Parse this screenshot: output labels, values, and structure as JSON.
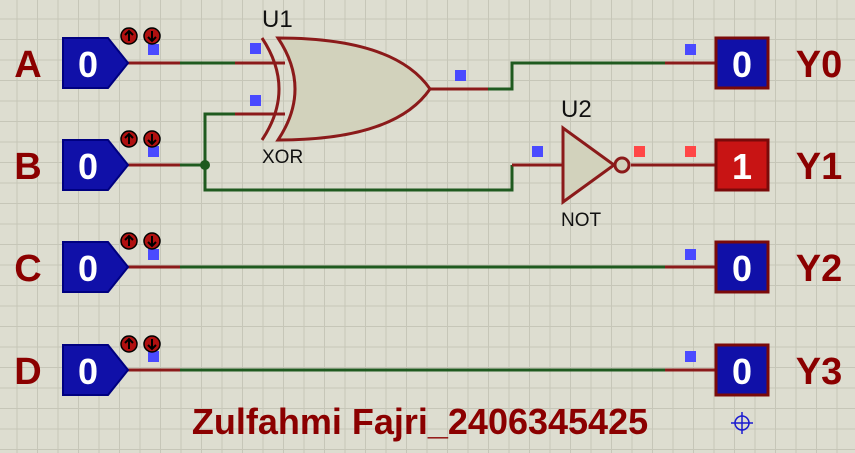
{
  "inputs": [
    {
      "name": "A",
      "value": "0"
    },
    {
      "name": "B",
      "value": "0"
    },
    {
      "name": "C",
      "value": "0"
    },
    {
      "name": "D",
      "value": "0"
    }
  ],
  "outputs": [
    {
      "name": "Y0",
      "value": "0"
    },
    {
      "name": "Y1",
      "value": "1"
    },
    {
      "name": "Y2",
      "value": "0"
    },
    {
      "name": "Y3",
      "value": "0"
    }
  ],
  "gates": {
    "u1": {
      "ref": "U1",
      "type": "XOR"
    },
    "u2": {
      "ref": "U2",
      "type": "NOT"
    }
  },
  "credit": "Zulfahmi Fajri_2406345425",
  "colors": {
    "low_fill": "#1010a8",
    "high_fill": "#c81414",
    "label": "#8b0000",
    "wire": "#1f5a1f",
    "gate_fill": "#d2d2bc",
    "state_low": "#4a4aff",
    "state_high": "#ff4646"
  },
  "icons": {
    "probe": "up-down-arrow-icons",
    "origin": "crosshair-icon"
  }
}
